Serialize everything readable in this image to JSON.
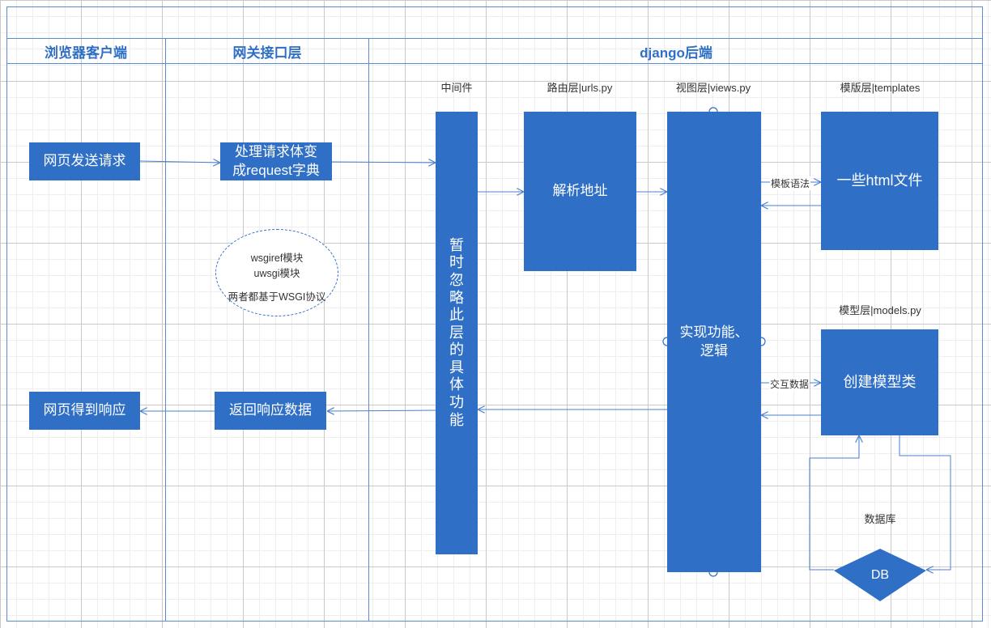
{
  "lanes": {
    "browser": "浏览器客户端",
    "gateway": "网关接口层",
    "django": "django后端"
  },
  "layer_labels": {
    "middleware": "中间件",
    "urls": "路由层|urls.py",
    "views": "视图层|views.py",
    "templates": "模版层|templates",
    "models": "模型层|models.py",
    "database": "数据库"
  },
  "boxes": {
    "send_request": "网页发送请求",
    "receive_response": "网页得到响应",
    "process_request_line1": "处理请求体变",
    "process_request_line2": "成request字典",
    "return_response": "返回响应数据",
    "middleware_chars": [
      "暂",
      "时",
      "忽",
      "略",
      "此",
      "层",
      "的",
      "具",
      "体",
      "功",
      "能"
    ],
    "parse_address": "解析地址",
    "implement_line1": "实现功能、",
    "implement_line2": "逻辑",
    "html_files": "一些html文件",
    "create_models": "创建模型类",
    "db": "DB"
  },
  "ellipse": {
    "line1": "wsgiref模块",
    "line2": "uwsgi模块",
    "line3": "两者都基于WSGI协议"
  },
  "edge_labels": {
    "template_syntax": "模板语法",
    "exchange_data": "交互数据"
  },
  "colors": {
    "box": "#2f6fc6",
    "line": "#4a7fd0",
    "border": "#5b8bd0"
  }
}
